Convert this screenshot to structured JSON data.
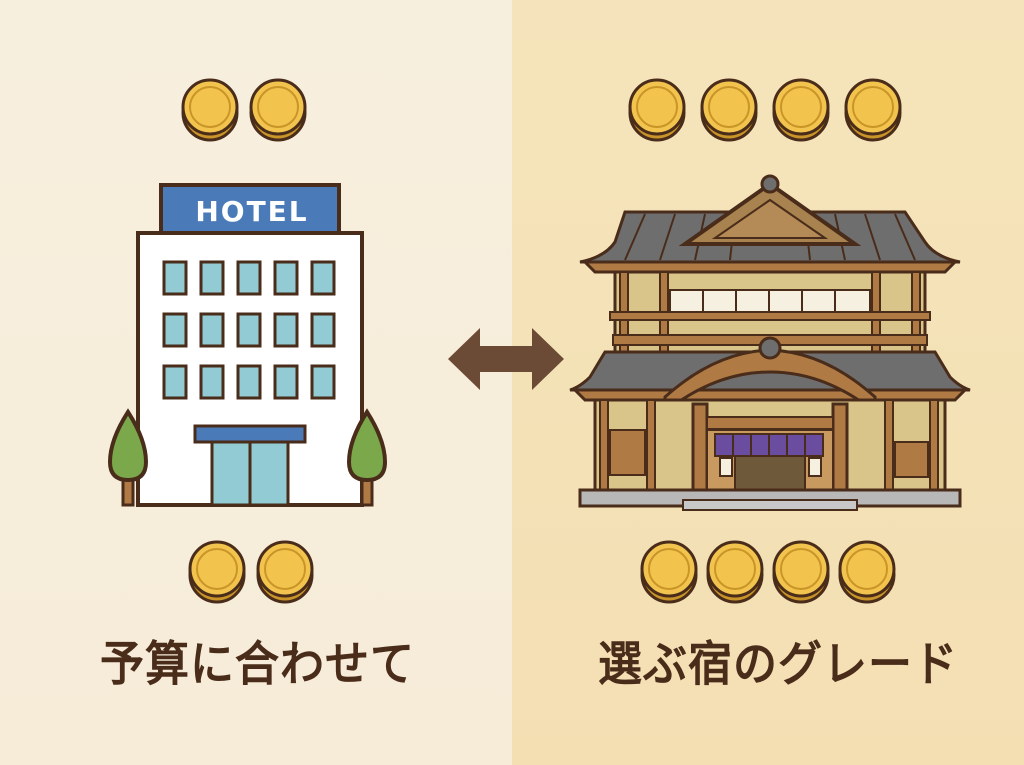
{
  "left_panel": {
    "coin_count_top": 2,
    "coin_count_bottom": 2,
    "building": {
      "type": "hotel",
      "sign_text": "HOTEL"
    },
    "caption": "予算に合わせて",
    "background": "#f6ecd8"
  },
  "right_panel": {
    "coin_count_top": 4,
    "coin_count_bottom": 4,
    "building": {
      "type": "ryokan"
    },
    "caption": "選ぶ宿のグレード",
    "background": "#f4e0b5"
  },
  "center": {
    "icon": "double-arrow-icon"
  },
  "colors": {
    "outline": "#4a2c1a",
    "coin_gold": "#f2c44e",
    "hotel_sign_blue": "#4a7ab8",
    "window_blue": "#92cbd3",
    "tree_green": "#7aa84a",
    "roof_gray": "#6e6e6e",
    "wood": "#b07a45",
    "noren_purple": "#6b4da0"
  }
}
